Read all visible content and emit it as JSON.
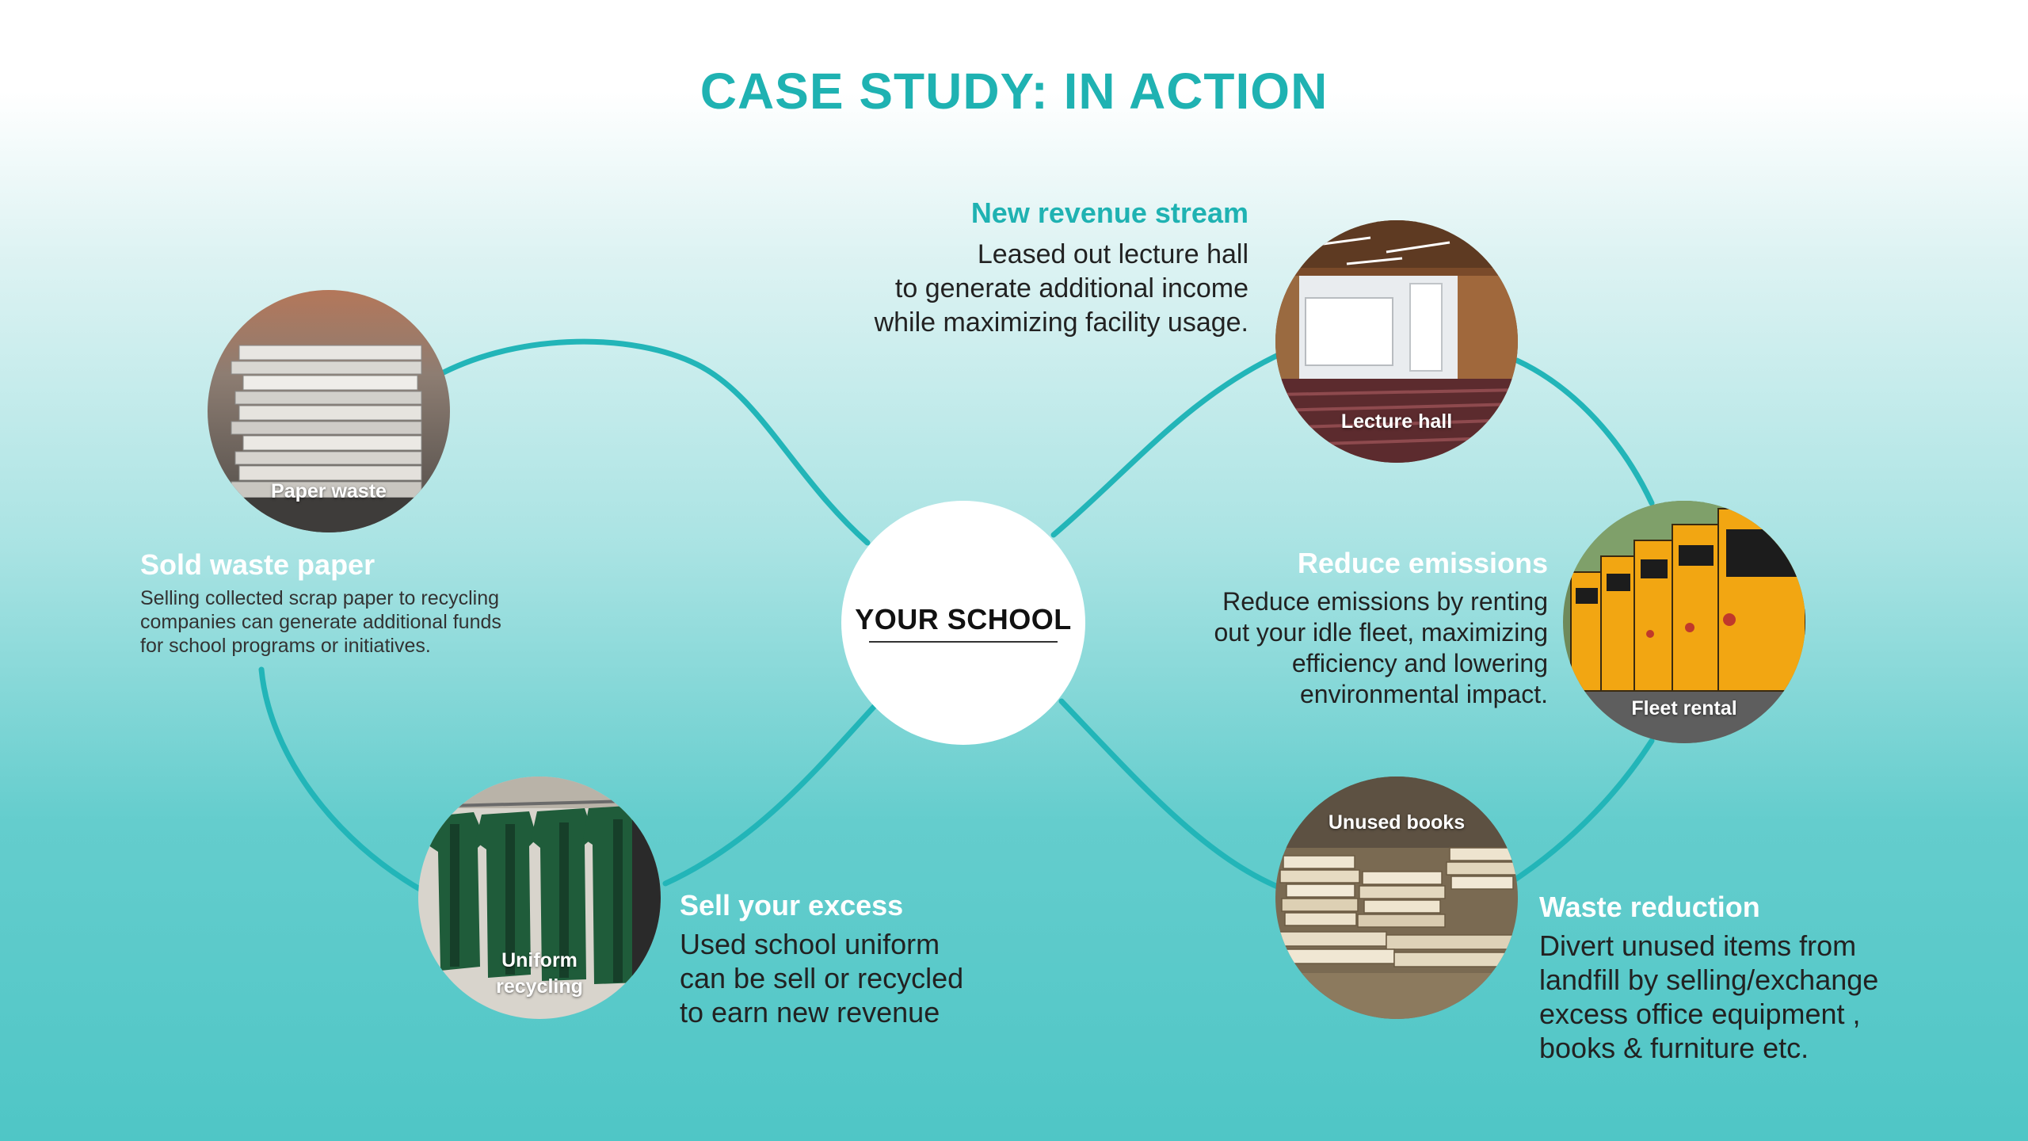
{
  "title": "CASE STUDY: IN ACTION",
  "center": {
    "label": "YOUR SCHOOL"
  },
  "accent_color": "#1fb2b2",
  "nodes": {
    "paper": {
      "image_label": "Paper waste",
      "heading": "Sold waste paper",
      "body": [
        "Selling collected scrap paper to recycling",
        "companies can generate additional funds",
        "for school programs or initiatives."
      ]
    },
    "lecture": {
      "image_label": "Lecture hall",
      "heading": "New revenue stream",
      "body": [
        "Leased out lecture hall",
        "to generate additional income",
        "while maximizing facility usage."
      ]
    },
    "fleet": {
      "image_label": "Fleet rental",
      "heading": "Reduce emissions",
      "body": [
        "Reduce emissions by renting",
        "out your idle fleet, maximizing",
        "efficiency and lowering",
        "environmental impact."
      ]
    },
    "uniform": {
      "image_label_1": "Uniform",
      "image_label_2": "recycling",
      "heading": "Sell your excess",
      "body": [
        "Used school uniform",
        "can be sell or recycled",
        "to earn new revenue"
      ]
    },
    "books": {
      "image_label": "Unused books",
      "heading": "Waste reduction",
      "body": [
        "Divert unused items from",
        "landfill by selling/exchange",
        "excess office equipment ,",
        "books & furniture etc."
      ]
    }
  }
}
